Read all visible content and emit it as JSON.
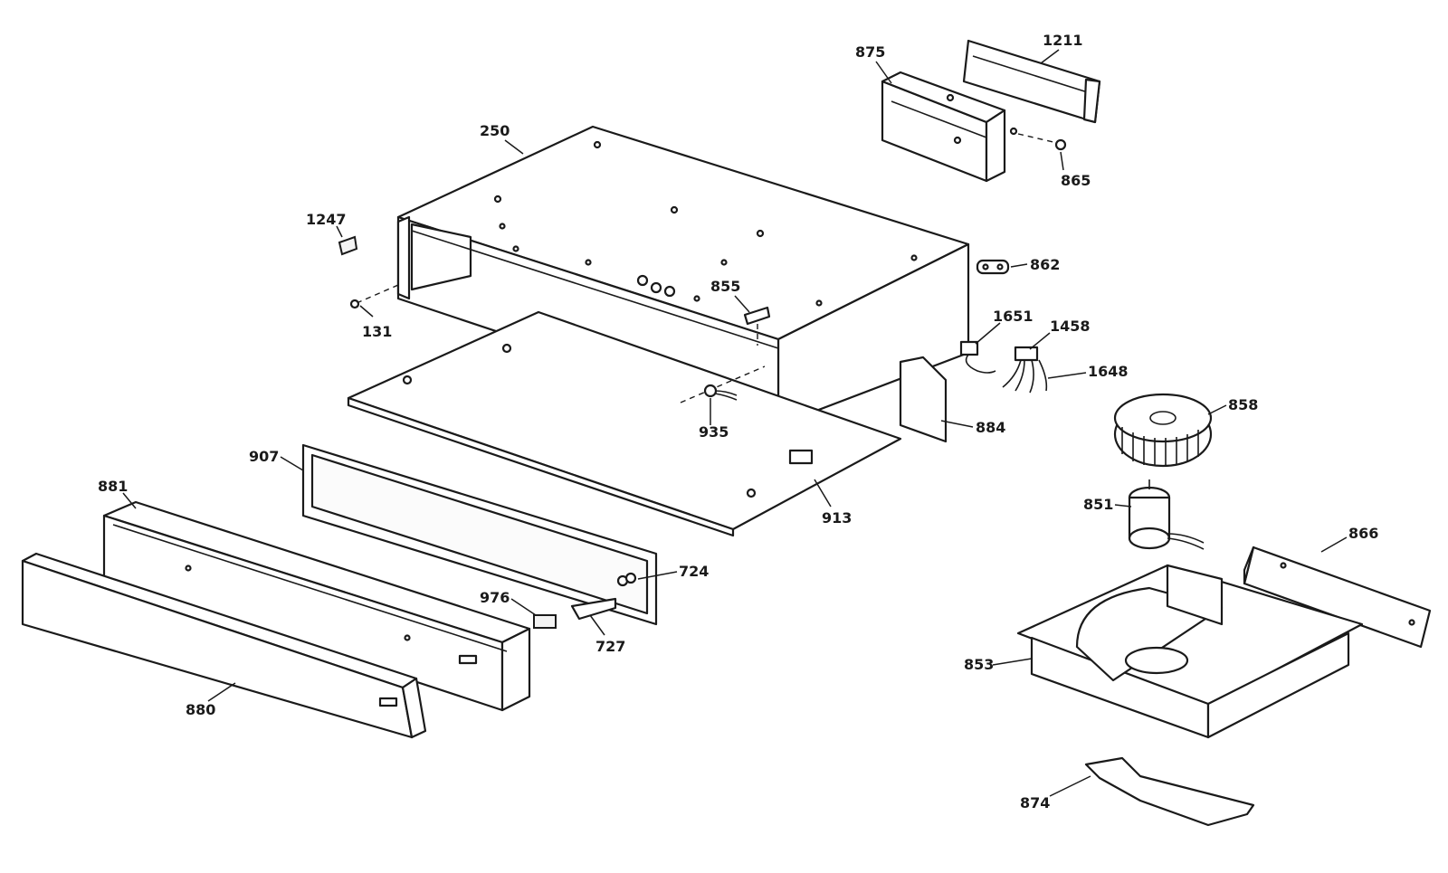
{
  "diagram": {
    "colors": {
      "ink": "#1a1a1a",
      "paper": "#ffffff"
    },
    "callouts": {
      "c1211": "1211",
      "c875": "875",
      "c865": "865",
      "c250": "250",
      "c1247": "1247",
      "c862": "862",
      "c855": "855",
      "c131": "131",
      "c1651": "1651",
      "c1458": "1458",
      "c1648": "1648",
      "c935": "935",
      "c884": "884",
      "c858": "858",
      "c907": "907",
      "c881": "881",
      "c913": "913",
      "c851": "851",
      "c866": "866",
      "c724": "724",
      "c976": "976",
      "c727": "727",
      "c853": "853",
      "c880": "880",
      "c874": "874"
    }
  }
}
